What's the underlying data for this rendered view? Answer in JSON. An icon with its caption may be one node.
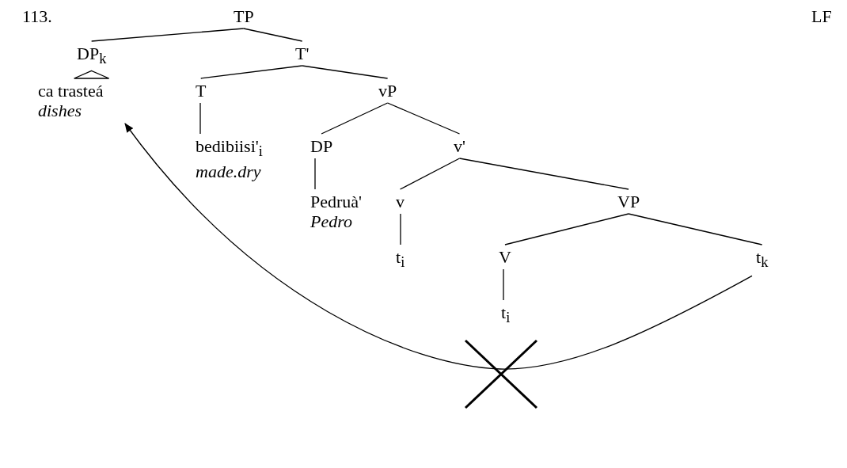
{
  "diagram": {
    "nodes": [
      {
        "text": [
          "TP"
        ]
      },
      {
        "text": [
          "DP$_{k}$"
        ]
      },
      {
        "text": [
          "T'"
        ]
      },
      {
        "text": [
          "ca trasteá",
          "dishes"
        ]
      },
      {
        "text": [
          "T"
        ]
      },
      {
        "text": [
          "vP"
        ]
      },
      {
        "text": [
          "bedibiisi'$_{i}$",
          "made.dry"
        ]
      },
      {
        "text": [
          "DP"
        ]
      },
      {
        "text": [
          "v'"
        ]
      },
      {
        "text": [
          "Pedruà'",
          "Pedro"
        ]
      },
      {
        "text": [
          "v"
        ]
      },
      {
        "text": [
          "VP"
        ]
      },
      {
        "text": [
          "t$_{i}$"
        ]
      },
      {
        "text": [
          "V"
        ]
      },
      {
        "text": [
          "t$_{k}$"
        ]
      },
      {
        "text": [
          "t$_{i}$"
        ]
      }
    ],
    "edges": [
      {
        "from": 0,
        "to": 1,
        "arrow": "none"
      },
      {
        "from": 0,
        "to": 2,
        "arrow": "none"
      },
      {
        "from": 1,
        "to": 3,
        "arrow": "none"
      },
      {
        "from": 2,
        "to": 4,
        "arrow": "none"
      },
      {
        "from": 2,
        "to": 5,
        "arrow": "none"
      },
      {
        "from": 4,
        "to": 6,
        "arrow": "none"
      },
      {
        "from": 5,
        "to": 7,
        "arrow": "none"
      },
      {
        "from": 5,
        "to": 8,
        "arrow": "none"
      },
      {
        "from": 7,
        "to": 9,
        "arrow": "none"
      },
      {
        "from": 8,
        "to": 10,
        "arrow": "none"
      },
      {
        "from": 8,
        "to": 11,
        "arrow": "none"
      },
      {
        "from": 10,
        "to": 12,
        "arrow": "none"
      },
      {
        "from": 11,
        "to": 13,
        "arrow": "none"
      },
      {
        "from": 11,
        "to": 14,
        "arrow": "none"
      },
      {
        "from": 13,
        "to": 15,
        "arrow": "none"
      },
      {
        "from": 14,
        "to": 3,
        "arrow": "to"
      }
    ],
    "labels": [
      "113.",
      "LF"
    ]
  }
}
